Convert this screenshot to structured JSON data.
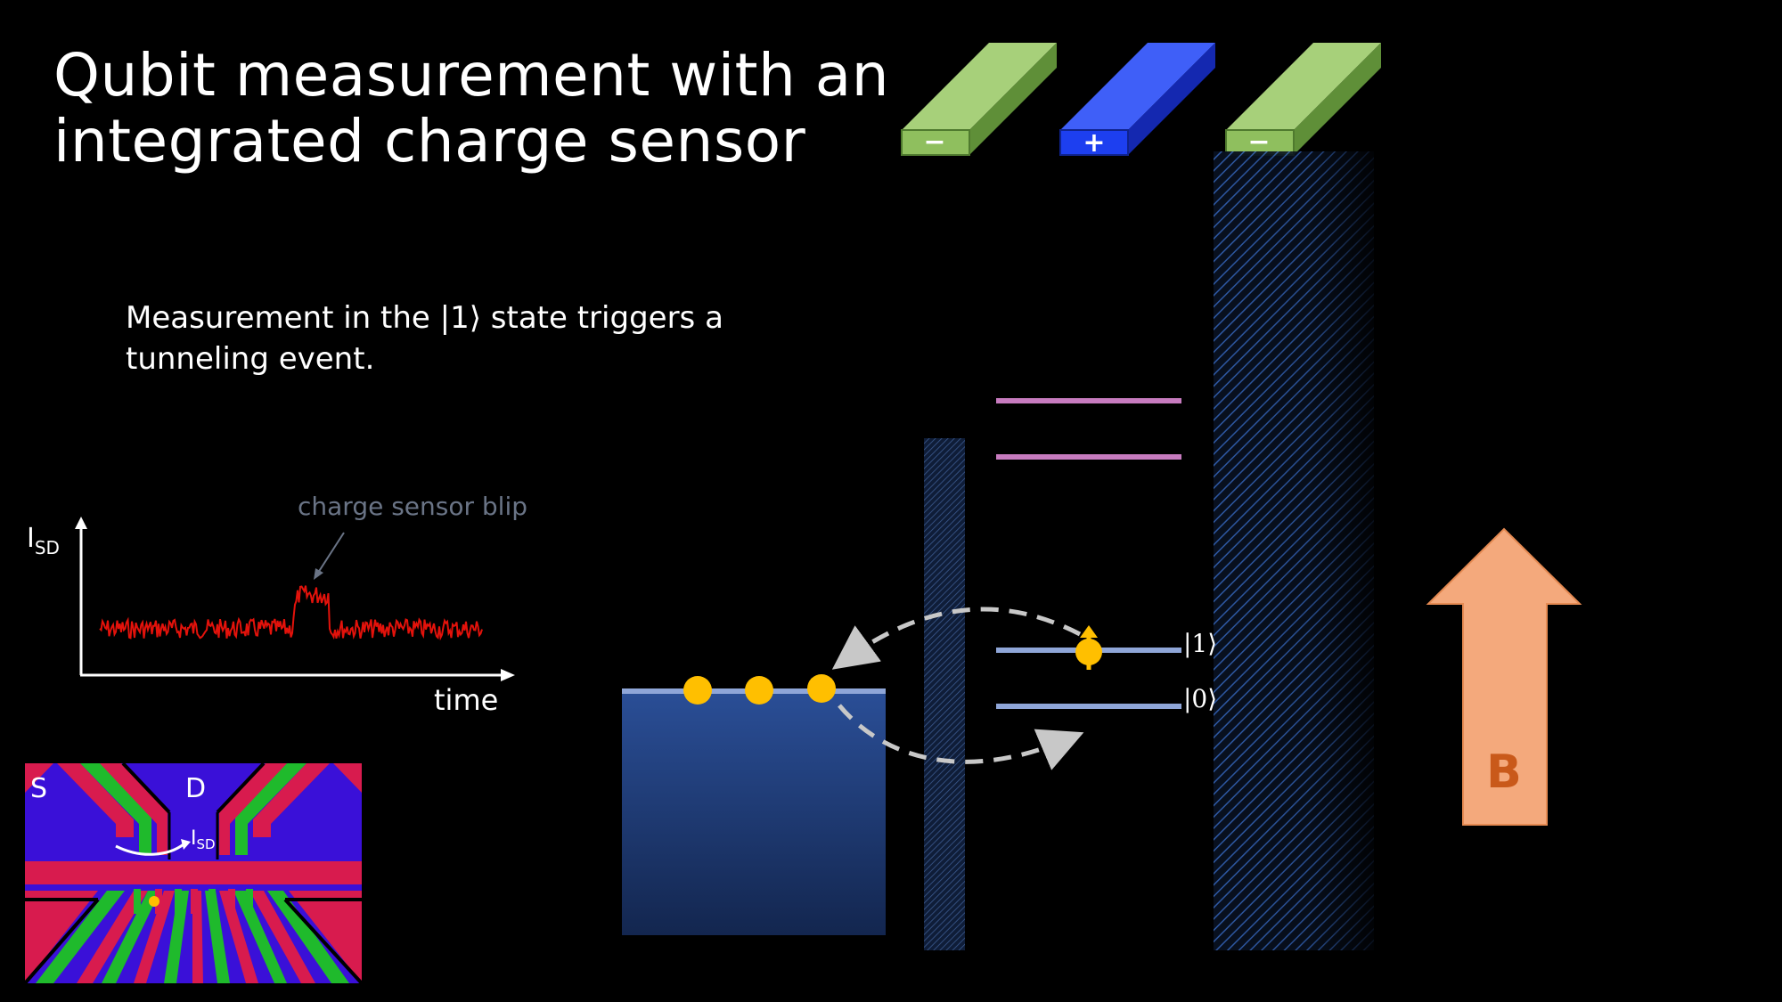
{
  "slide": {
    "title_line1": "Qubit measurement with an",
    "title_line2": "integrated charge sensor",
    "caption_line1": "Measurement in the |1⟩ state triggers a",
    "caption_line2": "tunneling event."
  },
  "trace": {
    "y_label_main": "I",
    "y_label_sub": "SD",
    "x_label": "time",
    "annotation": "charge sensor blip",
    "color": "#e3120b"
  },
  "gates": [
    {
      "sign": "−",
      "color": "#8fbf5e"
    },
    {
      "sign": "+",
      "color": "#1d3ff0"
    },
    {
      "sign": "−",
      "color": "#8fbf5e"
    }
  ],
  "levels": {
    "state_one": "|1⟩",
    "state_zero": "|0⟩",
    "excited_color": "#c77bbf",
    "qubit_color": "#8fa6d8"
  },
  "field": {
    "label": "B",
    "color": "#f4a97c",
    "label_color": "#c9591a"
  },
  "device": {
    "source_label": "S",
    "drain_label": "D",
    "current_label_main": "I",
    "current_label_sub": "SD"
  }
}
